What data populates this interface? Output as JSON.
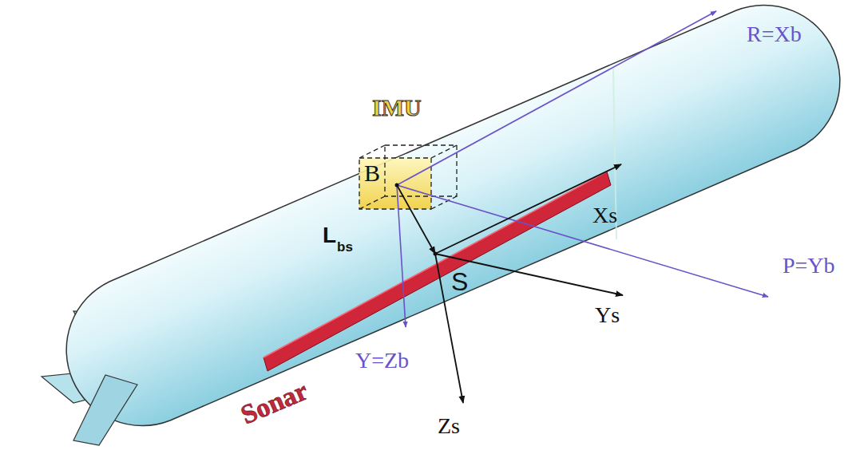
{
  "diagram": {
    "labels": [
      "IMU",
      "B",
      "R=Xb",
      "Xs",
      "L",
      "bs",
      "P=Yb",
      "S",
      "Ys",
      "Y=Zb",
      "Sonar",
      "Zs"
    ]
  }
}
